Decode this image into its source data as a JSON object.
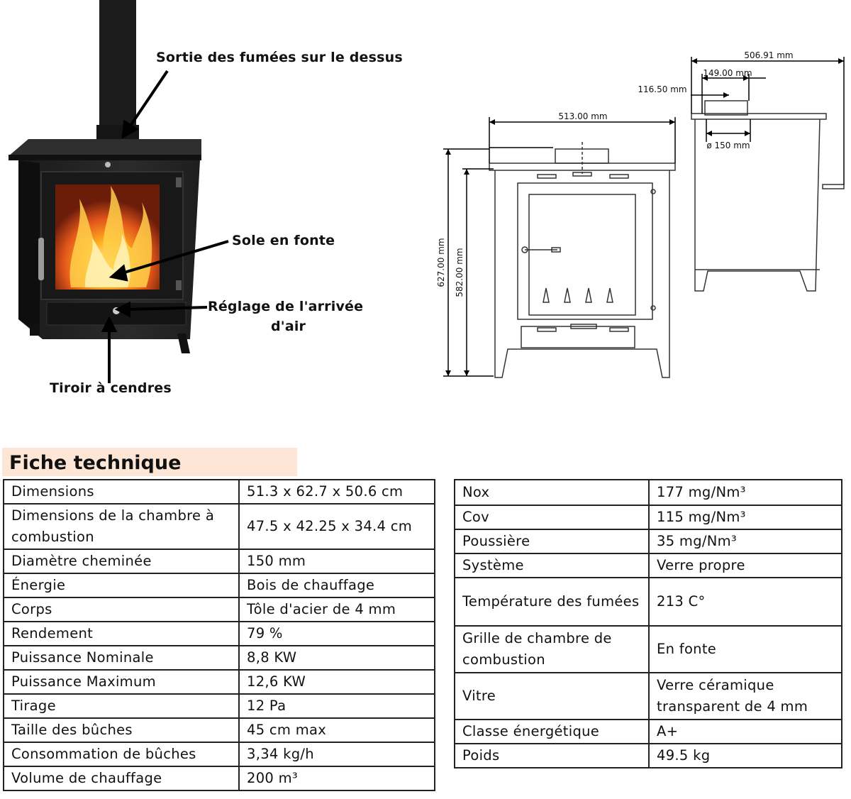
{
  "callouts": {
    "sortie": "Sortie des fumées sur le dessus",
    "sole": "Sole en fonte",
    "reglage_1": "Réglage de l'arrivée",
    "reglage_2": "d'air",
    "tiroir": "Tiroir à cendres"
  },
  "dimensions": {
    "depth_total": "506.91 mm",
    "flue_offset": "149.00 mm",
    "side_offset": "116.50 mm",
    "width": "513.00 mm",
    "flue_diameter": "ø 150 mm",
    "height_total": "627.00 mm",
    "height_body": "582.00 mm"
  },
  "fiche_title": "Fiche technique",
  "left_table": [
    {
      "k": "Dimensions",
      "v": "51.3 x 62.7 x 50.6 cm"
    },
    {
      "k": "Dimensions de la chambre à combustion",
      "v": "47.5 x 42.25 x 34.4 cm"
    },
    {
      "k": "Diamètre cheminée",
      "v": "150 mm"
    },
    {
      "k": "Énergie",
      "v": "Bois de chauffage"
    },
    {
      "k": "Corps",
      "v": "Tôle d'acier de 4 mm"
    },
    {
      "k": "Rendement",
      "v": "79 %"
    },
    {
      "k": "Puissance Nominale",
      "v": "8,8 KW"
    },
    {
      "k": "Puissance Maximum",
      "v": "12,6 KW"
    },
    {
      "k": "Tirage",
      "v": "12 Pa"
    },
    {
      "k": "Taille des bûches",
      "v": "45 cm max"
    },
    {
      "k": "Consommation de bûches",
      "v": "3,34 kg/h"
    },
    {
      "k": "Volume de chauffage",
      "v": "200 m³"
    }
  ],
  "right_table": [
    {
      "k": "Nox",
      "v": "177 mg/Nm³"
    },
    {
      "k": "Cov",
      "v": "115 mg/Nm³"
    },
    {
      "k": "Poussière",
      "v": "35 mg/Nm³"
    },
    {
      "k": "Système",
      "v": "Verre propre"
    },
    {
      "k": "Température des fumées",
      "v": "213 C°"
    },
    {
      "k": "Grille de chambre de combustion",
      "v": "En fonte"
    },
    {
      "k": "Vitre",
      "v": "Verre céramique transparent de 4 mm"
    },
    {
      "k": "Classe énergétique",
      "v": "A+"
    },
    {
      "k": "Poids",
      "v": "49.5 kg"
    }
  ]
}
